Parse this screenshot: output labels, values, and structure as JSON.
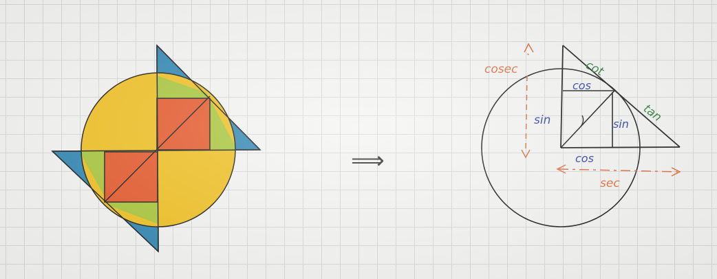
{
  "labels": {
    "implies": "⟹",
    "cosec": "cosec",
    "cot": "cot",
    "cos_top": "cos",
    "sin_left": "sin",
    "sin_right": "sin",
    "tan": "tan",
    "cos_bottom": "cos",
    "sec": "sec"
  },
  "colors": {
    "ink": "#1c1c1c",
    "blue_triangle": "#2f86b3",
    "yellow_region": "#f0c020",
    "green_region": "#a9c63a",
    "red_square": "#e5582a",
    "cosec_ink": "#e06a3a",
    "cot_ink": "#2e7d3a",
    "tan_ink": "#2e7d3a",
    "sin_ink": "#2b3fa8",
    "cos_ink": "#2b3fa8",
    "sec_ink": "#e06a3a"
  }
}
